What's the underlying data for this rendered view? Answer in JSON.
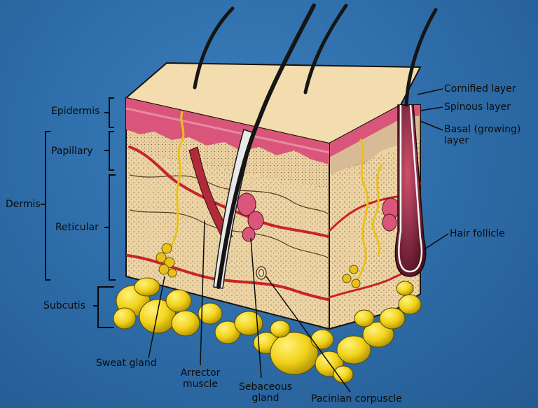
{
  "labels": {
    "epidermis": "Epidermis",
    "papillary": "Papillary",
    "dermis": "Dermis",
    "reticular": "Reticular",
    "subcutis": "Subcutis",
    "cornified": "Cornified layer",
    "spinous": "Spinous layer",
    "basal_1": "Basal (growing)",
    "basal_2": "layer",
    "hair_follicle": "Hair follicle",
    "sweat_gland": "Sweat gland",
    "arrector_1": "Arrector",
    "arrector_2": "muscle",
    "sebaceous_1": "Sebaceous",
    "sebaceous_2": "gland",
    "pacinian": "Pacinian corpuscle"
  },
  "colors": {
    "background": "#2e6fa8",
    "epidermis_top": "#f3dcae",
    "epidermis_pink": "#d9567a",
    "dermis": "#ecd3a4",
    "fat": "#f2d21a",
    "vessel": "#c8232a",
    "nerve": "#e8c21a",
    "hair": "#151515"
  }
}
